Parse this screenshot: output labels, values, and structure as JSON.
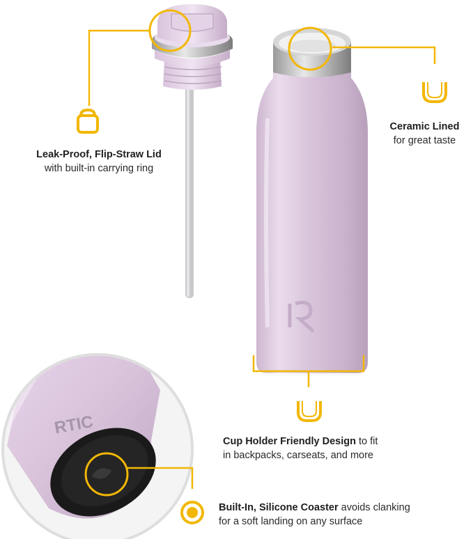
{
  "accent_color": "#f2b705",
  "bottle_color": "#dcc8dc",
  "brand": {
    "bottle_logo": "RTIC"
  },
  "features": {
    "lid": {
      "title": "Leak-Proof, Flip-Straw Lid",
      "subtitle": "with built-in carrying ring",
      "icon": "ring-icon"
    },
    "ceramic": {
      "title": "Ceramic Lined",
      "subtitle": "for great taste",
      "icon": "cup-icon"
    },
    "cupholder": {
      "title": "Cup Holder Friendly Design",
      "rest_line1": " to fit",
      "line2": "in backpacks, carseats, and more",
      "icon": "cup-icon"
    },
    "coaster": {
      "title": "Built-In, Silicone Coaster",
      "rest_line1": " avoids clanking",
      "line2": "for a soft landing on any surface",
      "icon": "circle-icon"
    }
  }
}
